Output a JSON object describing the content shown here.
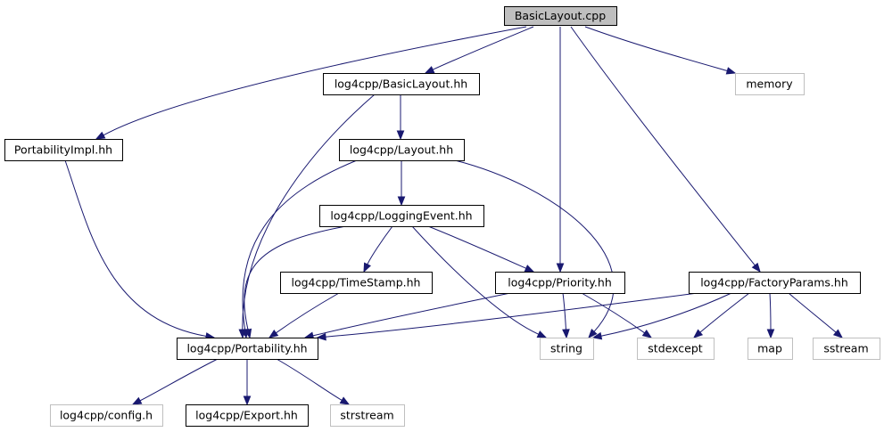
{
  "diagram": {
    "colors": {
      "edge": "#191970",
      "text": "#000000",
      "node_border": "#000000",
      "external_border": "#bfbfbf",
      "root_fill": "#bfbfbf",
      "fill": "#ffffff"
    },
    "nodes": [
      {
        "id": "basiclayout_cpp",
        "label": "BasicLayout.cpp",
        "kind": "root"
      },
      {
        "id": "basiclayout_hh",
        "label": "log4cpp/BasicLayout.hh",
        "kind": "local"
      },
      {
        "id": "memory",
        "label": "memory",
        "kind": "external"
      },
      {
        "id": "portabilityimpl_hh",
        "label": "PortabilityImpl.hh",
        "kind": "local"
      },
      {
        "id": "layout_hh",
        "label": "log4cpp/Layout.hh",
        "kind": "local"
      },
      {
        "id": "loggingevent_hh",
        "label": "log4cpp/LoggingEvent.hh",
        "kind": "local"
      },
      {
        "id": "timestamp_hh",
        "label": "log4cpp/TimeStamp.hh",
        "kind": "local"
      },
      {
        "id": "priority_hh",
        "label": "log4cpp/Priority.hh",
        "kind": "local"
      },
      {
        "id": "factoryparams_hh",
        "label": "log4cpp/FactoryParams.hh",
        "kind": "local"
      },
      {
        "id": "portability_hh",
        "label": "log4cpp/Portability.hh",
        "kind": "local"
      },
      {
        "id": "string",
        "label": "string",
        "kind": "external"
      },
      {
        "id": "stdexcept",
        "label": "stdexcept",
        "kind": "external"
      },
      {
        "id": "map",
        "label": "map",
        "kind": "external"
      },
      {
        "id": "sstream",
        "label": "sstream",
        "kind": "external"
      },
      {
        "id": "config_h",
        "label": "log4cpp/config.h",
        "kind": "external"
      },
      {
        "id": "export_hh",
        "label": "log4cpp/Export.hh",
        "kind": "local"
      },
      {
        "id": "strstream",
        "label": "strstream",
        "kind": "external"
      }
    ],
    "edges": [
      [
        "basiclayout_cpp",
        "basiclayout_hh"
      ],
      [
        "basiclayout_cpp",
        "memory"
      ],
      [
        "basiclayout_cpp",
        "portabilityimpl_hh"
      ],
      [
        "basiclayout_cpp",
        "priority_hh"
      ],
      [
        "basiclayout_cpp",
        "factoryparams_hh"
      ],
      [
        "basiclayout_hh",
        "layout_hh"
      ],
      [
        "basiclayout_hh",
        "portability_hh"
      ],
      [
        "portabilityimpl_hh",
        "portability_hh"
      ],
      [
        "layout_hh",
        "loggingevent_hh"
      ],
      [
        "layout_hh",
        "portability_hh"
      ],
      [
        "layout_hh",
        "string"
      ],
      [
        "loggingevent_hh",
        "timestamp_hh"
      ],
      [
        "loggingevent_hh",
        "priority_hh"
      ],
      [
        "loggingevent_hh",
        "portability_hh"
      ],
      [
        "loggingevent_hh",
        "string"
      ],
      [
        "timestamp_hh",
        "portability_hh"
      ],
      [
        "priority_hh",
        "portability_hh"
      ],
      [
        "priority_hh",
        "string"
      ],
      [
        "priority_hh",
        "stdexcept"
      ],
      [
        "factoryparams_hh",
        "portability_hh"
      ],
      [
        "factoryparams_hh",
        "string"
      ],
      [
        "factoryparams_hh",
        "stdexcept"
      ],
      [
        "factoryparams_hh",
        "map"
      ],
      [
        "factoryparams_hh",
        "sstream"
      ],
      [
        "portability_hh",
        "config_h"
      ],
      [
        "portability_hh",
        "export_hh"
      ],
      [
        "portability_hh",
        "strstream"
      ]
    ]
  }
}
